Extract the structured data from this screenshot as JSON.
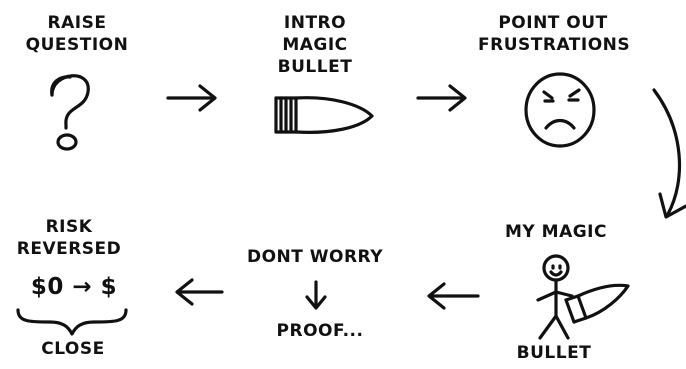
{
  "steps": {
    "raise_question": [
      "RAISE",
      "QUESTION"
    ],
    "intro_magic_bullet": [
      "INTRO",
      "MAGIC",
      "BULLET"
    ],
    "point_out_frustrations": [
      "POINT OUT",
      "FRUSTRATIONS"
    ],
    "my_magic_bullet": {
      "top": "MY MAGIC",
      "bottom": "BULLET"
    },
    "dont_worry_proof": {
      "top": "DONT WORRY",
      "bottom": "PROOF..."
    },
    "risk_reversed": {
      "title": [
        "RISK",
        "REVERSED"
      ],
      "equation": "$0 → $",
      "close": "CLOSE"
    }
  },
  "icons": [
    "question-mark-icon",
    "bullet-icon",
    "frustrated-face-icon",
    "stick-figure-icon",
    "down-arrow-icon",
    "right-arrow-icon",
    "left-arrow-icon",
    "curved-arrow-icon",
    "brace-icon"
  ],
  "colors": {
    "ink": "#111111",
    "background": "#ffffff"
  }
}
